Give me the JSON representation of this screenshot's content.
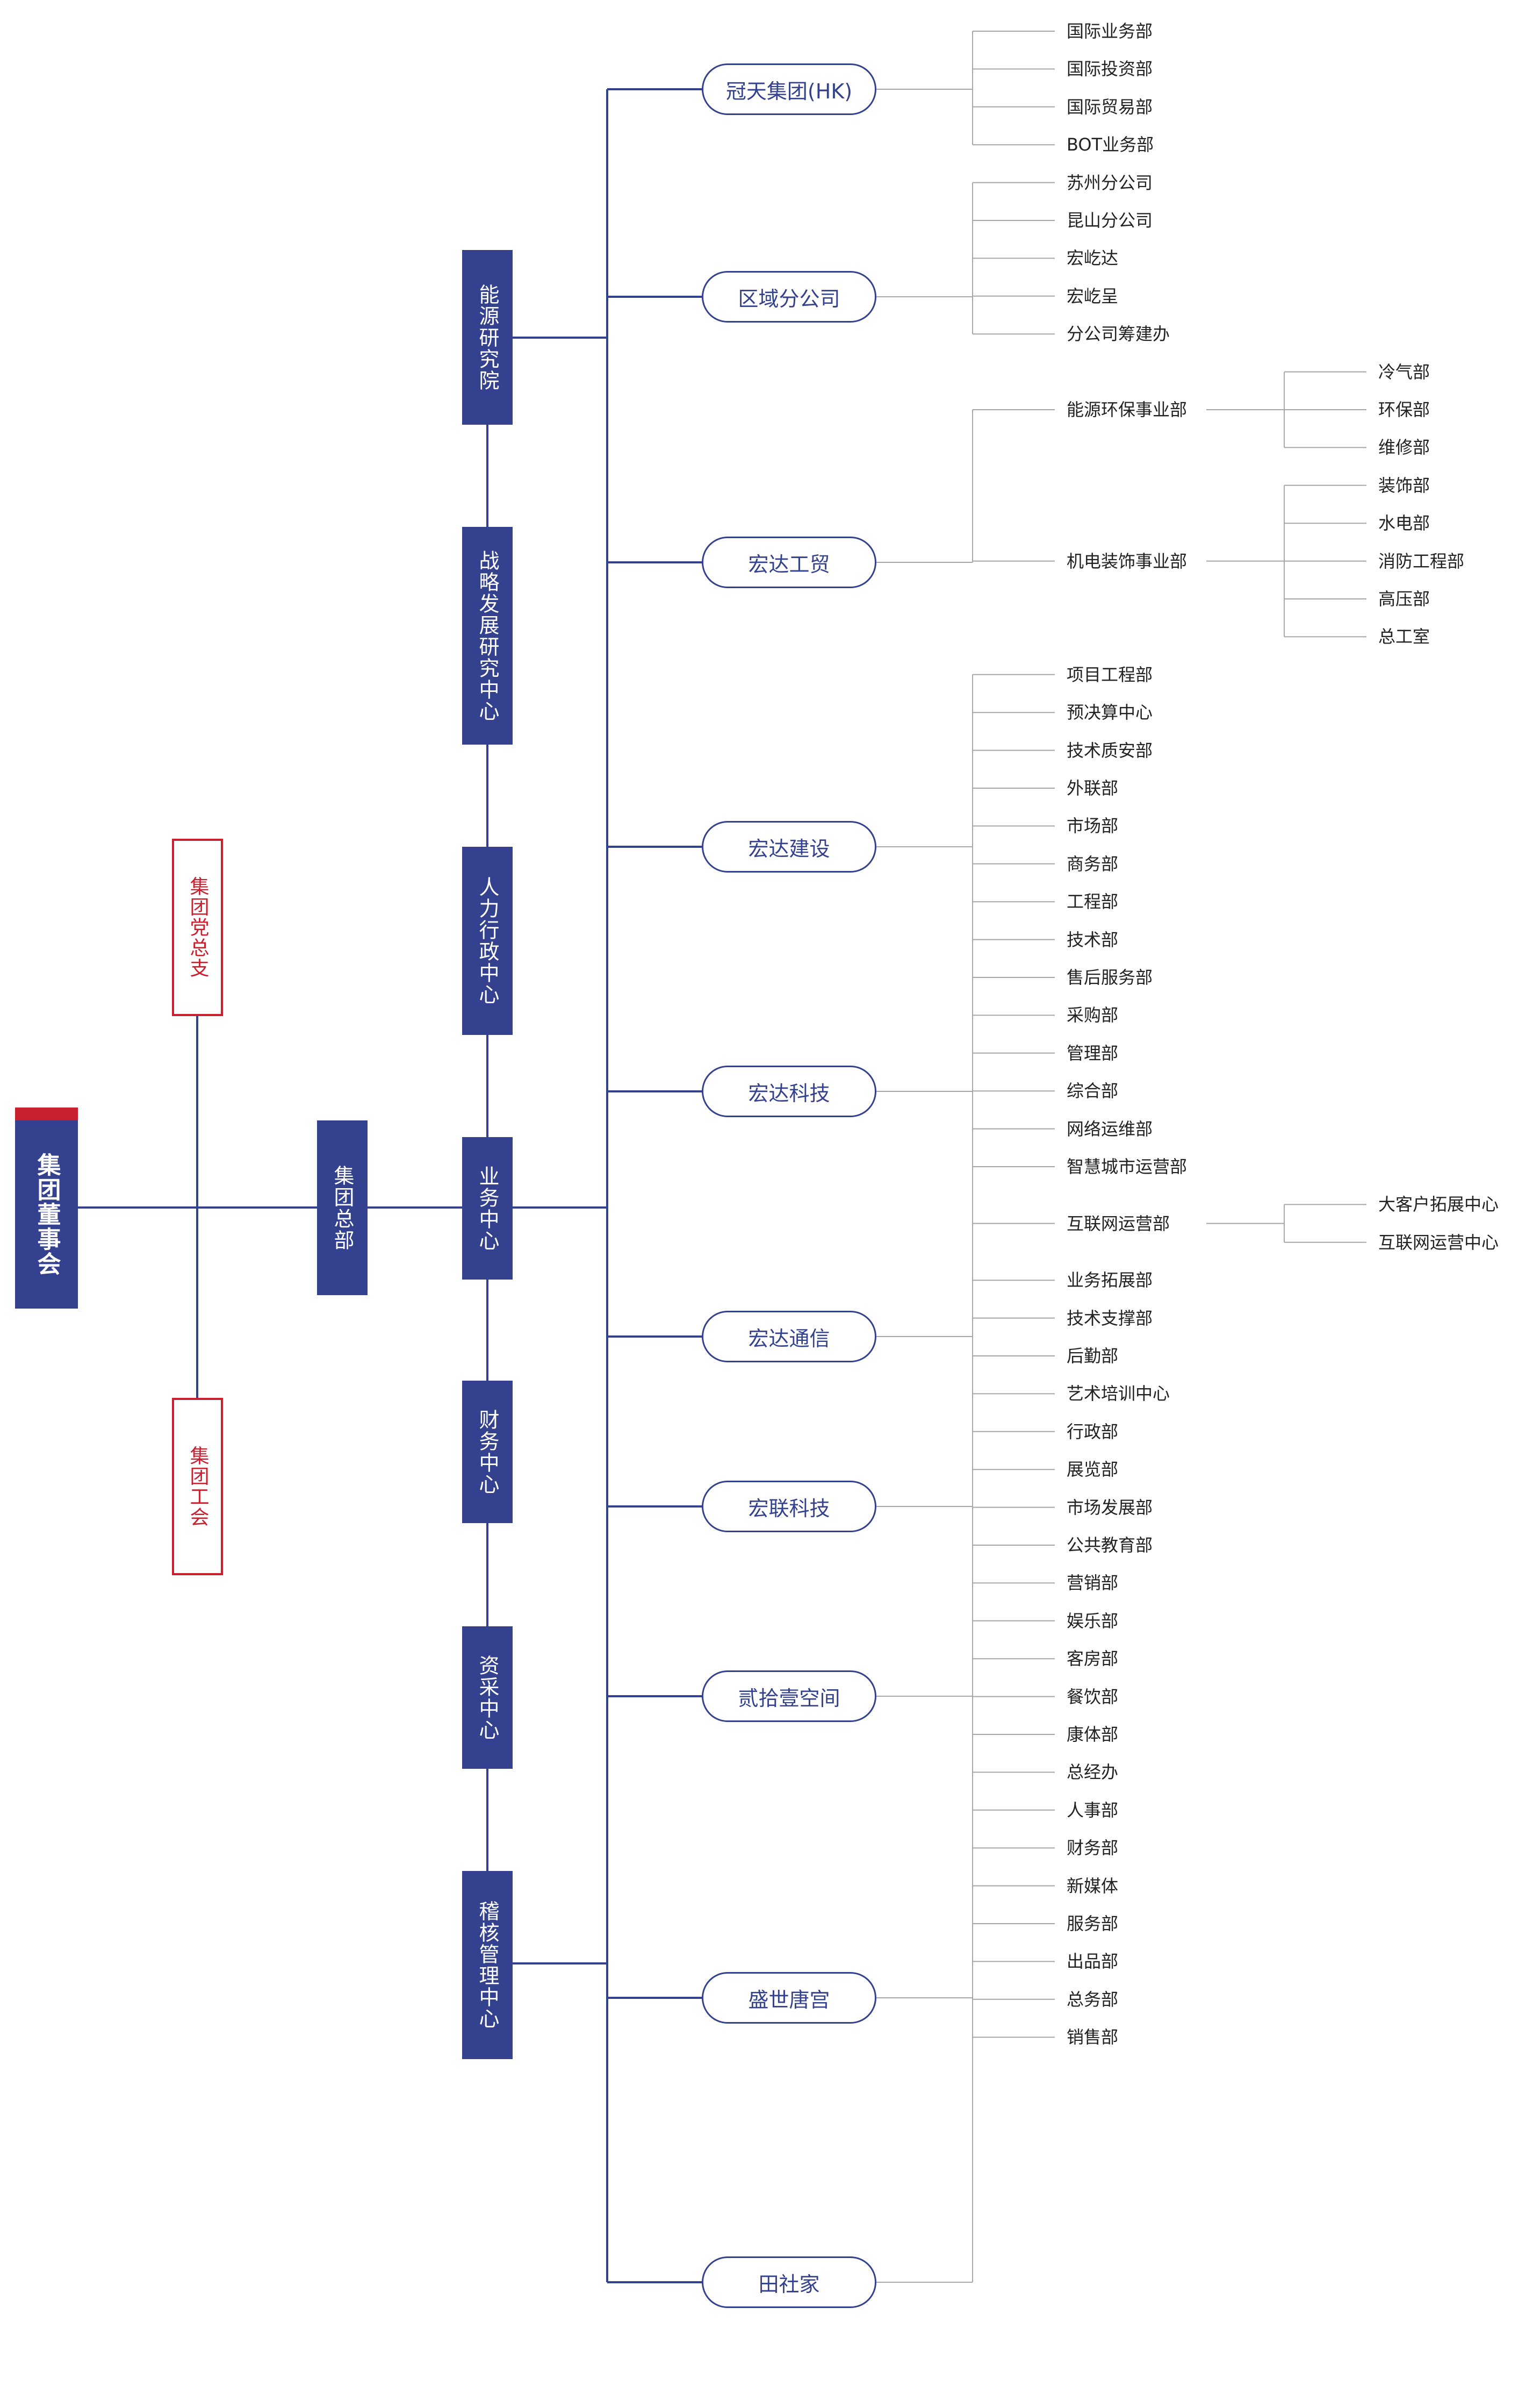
{
  "board": {
    "label": "集团董事会"
  },
  "party_branch": {
    "label": "集团党总支"
  },
  "union": {
    "label": "集团工会"
  },
  "hq": {
    "label": "集团总部"
  },
  "centers": [
    "能源研究院",
    "战略发展研究中心",
    "人力行政中心",
    "业务中心",
    "财务中心",
    "资采中心",
    "稽核管理中心"
  ],
  "companies": [
    {
      "name": "冠天集团(HK)",
      "departments": [
        "国际业务部",
        "国际投资部",
        "国际贸易部",
        "BOT业务部"
      ]
    },
    {
      "name": "区域分公司",
      "departments": [
        "苏州分公司",
        "昆山分公司",
        "宏屹达",
        "宏屹呈",
        "分公司筹建办"
      ]
    },
    {
      "name": "宏达工贸",
      "departments": [
        {
          "name": "能源环保事业部",
          "units": [
            "冷气部",
            "环保部",
            "维修部"
          ]
        },
        {
          "name": "机电装饰事业部",
          "units": [
            "装饰部",
            "水电部",
            "消防工程部",
            "高压部",
            "总工室"
          ]
        }
      ]
    },
    {
      "name": "宏达建设",
      "departments": [
        "项目工程部",
        "预决算中心",
        "技术质安部",
        "外联部"
      ]
    },
    {
      "name": "宏达科技",
      "departments": [
        "市场部",
        "商务部",
        "工程部",
        "技术部",
        "售后服务部",
        "采购部",
        "管理部"
      ]
    },
    {
      "name": "宏达通信",
      "departments": [
        "综合部",
        "网络运维部",
        "智慧城市运营部",
        {
          "name": "互联网运营部",
          "units": [
            "大客户拓展中心",
            "互联网运营中心"
          ]
        }
      ]
    },
    {
      "name": "宏联科技",
      "departments": [
        "业务拓展部",
        "技术支撑部",
        "后勤部"
      ]
    },
    {
      "name": "贰拾壹空间",
      "departments": [
        "艺术培训中心",
        "行政部",
        "展览部",
        "市场发展部",
        "公共教育部"
      ]
    },
    {
      "name": "盛世唐宫",
      "departments": [
        "营销部",
        "娱乐部",
        "客房部",
        "餐饮部",
        "康体部",
        "总经办",
        "人事部",
        "财务部",
        "新媒体"
      ]
    },
    {
      "name": "田社家",
      "departments": [
        "服务部",
        "出品部",
        "总务部",
        "销售部"
      ]
    }
  ],
  "colors": {
    "primary": "#33418e",
    "accent_red": "#c8202f",
    "connector_gray": "#a8a8a8"
  }
}
